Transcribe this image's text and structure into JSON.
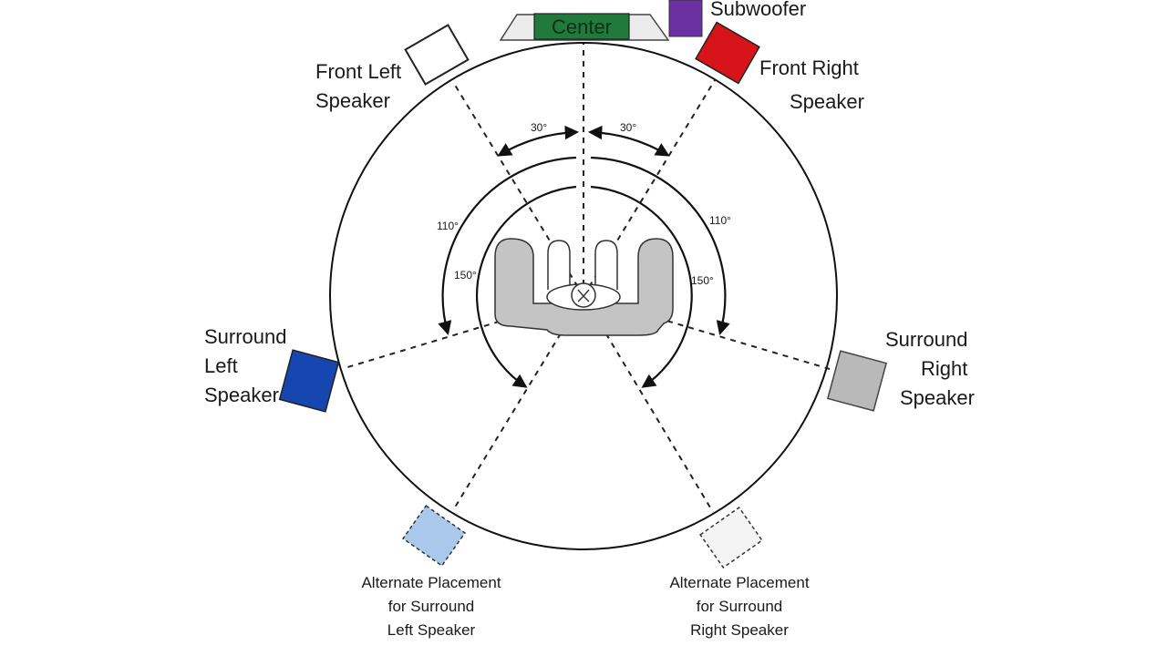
{
  "labels": {
    "center": "Center",
    "subwoofer": "Subwoofer",
    "front_left": [
      "Front Left",
      "Speaker"
    ],
    "front_right": [
      "Front Right",
      "Speaker"
    ],
    "surround_left": [
      "Surround",
      "Left",
      "Speaker"
    ],
    "surround_right": [
      "Surround",
      "Right",
      "Speaker"
    ],
    "alt_left": [
      "Alternate Placement",
      "for Surround",
      "Left Speaker"
    ],
    "alt_right": [
      "Alternate Placement",
      "for Surround",
      "Right Speaker"
    ]
  },
  "angles": {
    "front_left": "30°",
    "front_right": "30°",
    "surround_left": "110°",
    "surround_right": "110°",
    "alt_left": "150°",
    "alt_right": "150°"
  },
  "colors": {
    "center": "#1f7a3c",
    "subwoofer": "#6a2fa0",
    "front_left": "#ffffff",
    "front_right": "#d8141b",
    "surround_left": "#1646b0",
    "surround_right": "#b9b9b9",
    "alt_left": "#a9c8ec",
    "alt_right": "#f4f4f4",
    "couch": "#c4c4c4"
  }
}
